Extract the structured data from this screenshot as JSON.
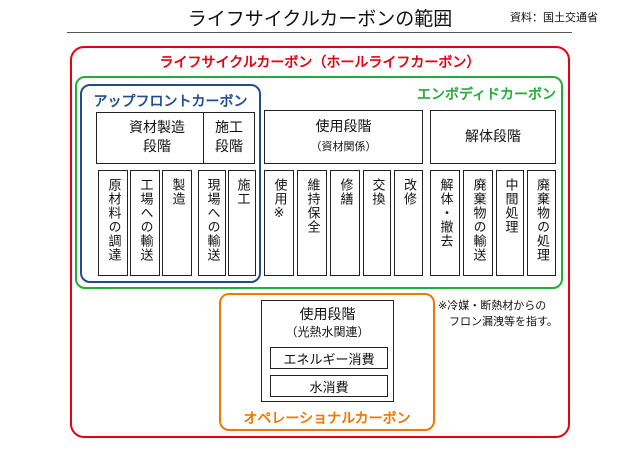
{
  "header": {
    "title": "ライフサイクルカーボンの範囲",
    "source": "資料：国土交通省"
  },
  "colors": {
    "lifecycle": "#e60012",
    "embodied": "#22ac38",
    "upfront": "#1f4e8c",
    "operational": "#ee7800"
  },
  "diagram": {
    "lifecycle_label": "ライフサイクルカーボン（ホールライフカーボン）",
    "embodied_label": "エンボディドカーボン",
    "upfront_label": "アップフロントカーボン",
    "operational_label": "オペレーショナルカーボン",
    "stages": {
      "materials_line1": "資材製造",
      "materials_line2": "段階",
      "construction_line1": "施工",
      "construction_line2": "段階",
      "use_line1": "使用段階",
      "use_line2": "（資材関係）",
      "demolition": "解体段階",
      "use_energy_line1": "使用段階",
      "use_energy_line2": "（光熱水関連）"
    },
    "items": {
      "materials": [
        "原材料の調達",
        "工場への輸送",
        "製造"
      ],
      "construction": [
        "現場への輸送",
        "施工"
      ],
      "use": [
        "使用※",
        "維持保全",
        "修繕",
        "交換",
        "改修"
      ],
      "demolition": [
        "解体・撤去",
        "廃棄物の輸送",
        "中間処理",
        "廃棄物の処理"
      ],
      "operational": [
        "エネルギー消費",
        "水消費"
      ]
    },
    "note_line1": "※冷媒・断熱材からの",
    "note_line2": "フロン漏洩等を指す。"
  }
}
